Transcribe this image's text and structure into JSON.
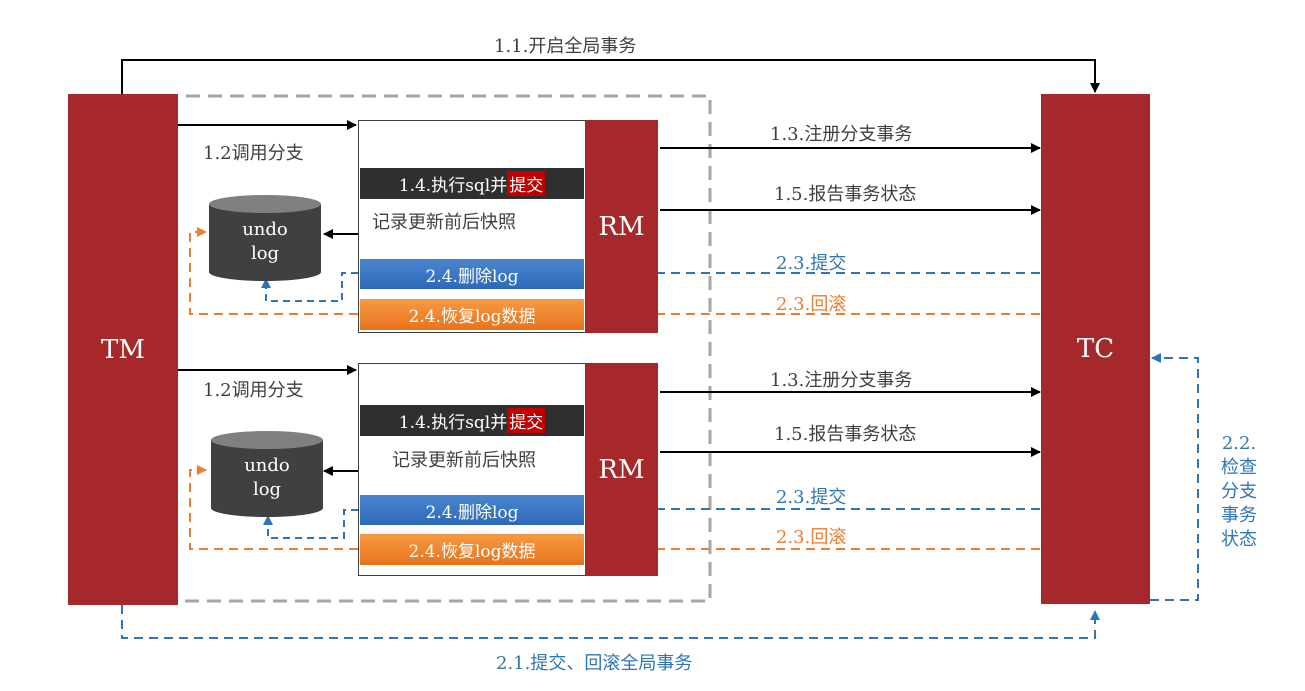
{
  "title_top": "1.1.开启全局事务",
  "title_bottom": "2.1.提交、回滚全局事务",
  "tm_label": "TM",
  "tc_label": "TC",
  "tc_check_lines": [
    "2.2.",
    "检查",
    "分支",
    "事务",
    "状态"
  ],
  "branches": [
    {
      "rm_label": "RM",
      "call_label": "1.2调用分支",
      "exec_prefix": "1.4.执行sql并",
      "exec_highlight": "提交",
      "snapshot_label": "记录更新前后快照",
      "undo_line1": "undo",
      "undo_line2": "log",
      "delete_label": "2.4.删除log",
      "restore_label": "2.4.恢复log数据",
      "register_label": "1.3.注册分支事务",
      "report_label": "1.5.报告事务状态",
      "commit_label": "2.3.提交",
      "rollback_label": "2.3.回滚"
    },
    {
      "rm_label": "RM",
      "call_label": "1.2调用分支",
      "exec_prefix": "1.4.执行sql并",
      "exec_highlight": "提交",
      "snapshot_label": "记录更新前后快照",
      "undo_line1": "undo",
      "undo_line2": "log",
      "delete_label": "2.4.删除log",
      "restore_label": "2.4.恢复log数据",
      "register_label": "1.3.注册分支事务",
      "report_label": "1.5.报告事务状态",
      "commit_label": "2.3.提交",
      "rollback_label": "2.3.回滚"
    }
  ],
  "colors": {
    "red": "#A6282A",
    "blue": "#2E75B6",
    "orange": "#ED7D31",
    "gray_dashed": "#A6A6A6",
    "line": "#000000"
  }
}
